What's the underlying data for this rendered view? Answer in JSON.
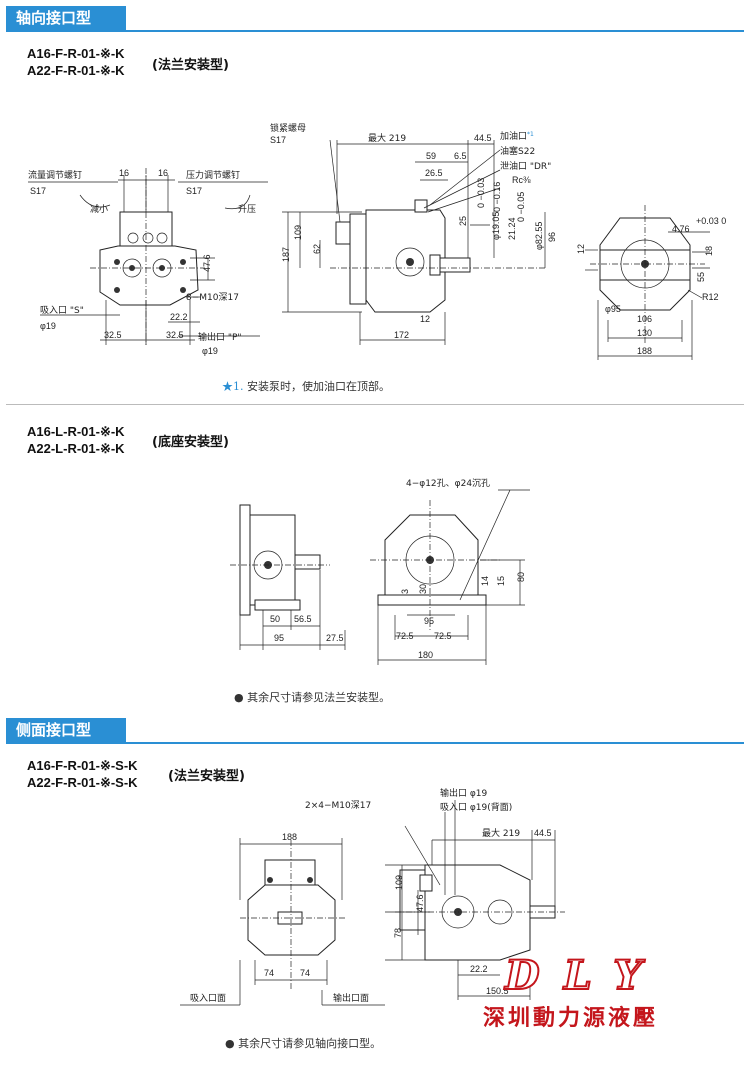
{
  "section1": {
    "header": "轴向接口型",
    "model_a": "A16-F-R-01-※-K",
    "model_b": "A22-F-R-01-※-K",
    "mount": "(法兰安装型)",
    "note_star": "★1.",
    "note": "安装泵时，使加油口在顶部。"
  },
  "section2": {
    "model_a": "A16-L-R-01-※-K",
    "model_b": "A22-L-R-01-※-K",
    "mount": "(底座安装型)",
    "note": "● 其余尺寸请参见法兰安装型。"
  },
  "section3": {
    "header": "侧面接口型",
    "model_a": "A16-F-R-01-※-S-K",
    "model_b": "A22-F-R-01-※-S-K",
    "mount": "(法兰安装型)",
    "note": "● 其余尺寸请参见轴向接口型。"
  },
  "drawing1_labels": {
    "flow_screw": "流量调节螺钉",
    "pressure_screw": "压力调节螺钉",
    "s17a": "S17",
    "s17b": "S17",
    "dec": "减小",
    "inc": "升压",
    "d16a": "16",
    "d16b": "16",
    "d47_6": "47.6",
    "m10": "8−M10深17",
    "d22_2": "22.2",
    "suction": "吸入口 \"S\"",
    "phi19a": "φ19",
    "d32_5a": "32.5",
    "d32_5b": "32.5",
    "outlet": "输出口 \"P\"",
    "phi19b": "φ19"
  },
  "drawing2_labels": {
    "locknut": "锁紧螺母",
    "s17": "S17",
    "max219": "最大 219",
    "d44_5": "44.5",
    "d59": "59",
    "d6_5": "6.5",
    "d26_5": "26.5",
    "fill": "加油口",
    "fill_star": "*1",
    "plug": "油塞S22",
    "drain": "泄油口 \"DR\"",
    "rc": "Rc⅜",
    "d25": "25",
    "phi19_05": "φ19.05",
    "tol1": "0\n−0.03",
    "d21_24": "21.24",
    "tol2": "0\n−0.16",
    "phi82_55": "φ82.55",
    "tol3": "0\n−0.05",
    "d96": "96",
    "d187": "187",
    "d109": "109",
    "d62": "62",
    "d12": "12",
    "d172": "172"
  },
  "drawing3_labels": {
    "d4_76": "4.76",
    "tol": "+0.03\n0",
    "d12": "12",
    "d18": "18",
    "d55": "55",
    "phi95": "φ95",
    "r12": "R12",
    "d106": "106",
    "d130": "130",
    "d188": "188"
  },
  "drawing4_labels": {
    "d50": "50",
    "d56_5": "56.5",
    "d95": "95",
    "d27_5": "27.5"
  },
  "drawing5_labels": {
    "holes": "4−φ12孔、φ24沉孔",
    "d3": "3",
    "d30": "30",
    "d14": "14",
    "d15": "15",
    "d80": "80",
    "d95": "95",
    "d72_5a": "72.5",
    "d72_5b": "72.5",
    "d180": "180"
  },
  "drawing6_labels": {
    "d188": "188",
    "d74a": "74",
    "d74b": "74",
    "suction_face": "吸入口面",
    "outlet_face": "输出口面"
  },
  "drawing7_labels": {
    "m10": "2×4−M10深17",
    "outlet": "输出口 φ19",
    "suction": "吸入口 φ19(背面)",
    "max219": "最大 219",
    "d44_5": "44.5",
    "d109": "109",
    "d47_6": "47.6",
    "d78": "78",
    "d22_2": "22.2",
    "d150_5": "150.5"
  },
  "logo": {
    "brand": "DLY",
    "company": "深圳動力源液壓"
  },
  "colors": {
    "header_bg": "#2a8fd4",
    "logo_red": "#c4161c"
  }
}
